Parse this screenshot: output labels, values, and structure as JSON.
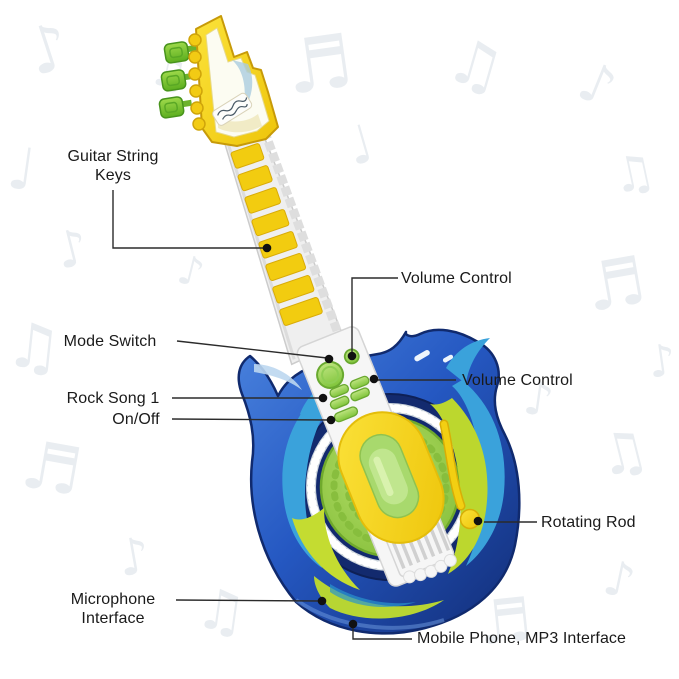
{
  "labels": {
    "guitar_string_keys": "Guitar String Keys",
    "volume_control_top": "Volume Control",
    "mode_switch": "Mode Switch",
    "rock_song_1": "Rock Song 1",
    "on_off": "On/Off",
    "volume_control_right": "Volume Control",
    "rotating_rod": "Rotating Rod",
    "microphone_interface": "Microphone Interface",
    "mobile_phone_mp3": "Mobile Phone, MP3 Interface"
  },
  "colors": {
    "label_text": "#1a1a1a",
    "leader_line": "#2b2b2b",
    "leader_dot": "#111111",
    "body_blue": "#2558c2",
    "body_blue_dark": "#16317f",
    "body_outline": "#102a6e",
    "accent_yellow": "#f6d414",
    "accent_yellow_dark": "#daa908",
    "accent_green": "#8fd046",
    "pad_green": "#97cd4b",
    "flame_blue": "#3aa2db",
    "flame_green": "#bcd72e",
    "plate_white": "#f6f6f6",
    "background_note": "#e9edf1"
  },
  "background_pattern": {
    "name": "music-notes",
    "glyphs": [
      "♪",
      "♫",
      "♬",
      "♩"
    ]
  }
}
